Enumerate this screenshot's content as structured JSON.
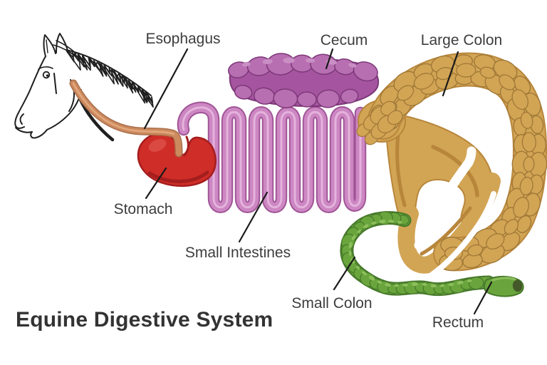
{
  "title": "Equine Digestive System",
  "labels": {
    "esophagus": "Esophagus",
    "cecum": "Cecum",
    "large_colon": "Large Colon",
    "stomach": "Stomach",
    "small_intestines": "Small Intestines",
    "small_colon": "Small Colon",
    "rectum": "Rectum"
  },
  "colors": {
    "background": "#ffffff",
    "sketch": "#1f1f1f",
    "esophagus": "#CD8A5F",
    "esophagus_dark": "#A96F4B",
    "esophagus_light": "#E2A87C",
    "stomach": "#CF2D28",
    "stomach_dark": "#A51E1E",
    "stomach_light": "#DB4A42",
    "intestine": "#CD87C3",
    "intestine_dark": "#A05596",
    "intestine_light": "#E4B3DC",
    "cecum": "#A555A0",
    "cecum_dark": "#7D3778",
    "cecum_light": "#B76FB2",
    "cecum_highlight": "#C98FC4",
    "colon": "#D2A555",
    "colon_dark": "#A07837",
    "colon_edge": "#B8863B",
    "small_colon": "#69A53C",
    "small_colon_dark": "#46782A",
    "small_colon_light": "#8CBE5A",
    "rectum_opening": "#44582A",
    "leader": "#1A1A1A",
    "label_text": "#3D3D3D",
    "title_text": "#333333"
  }
}
